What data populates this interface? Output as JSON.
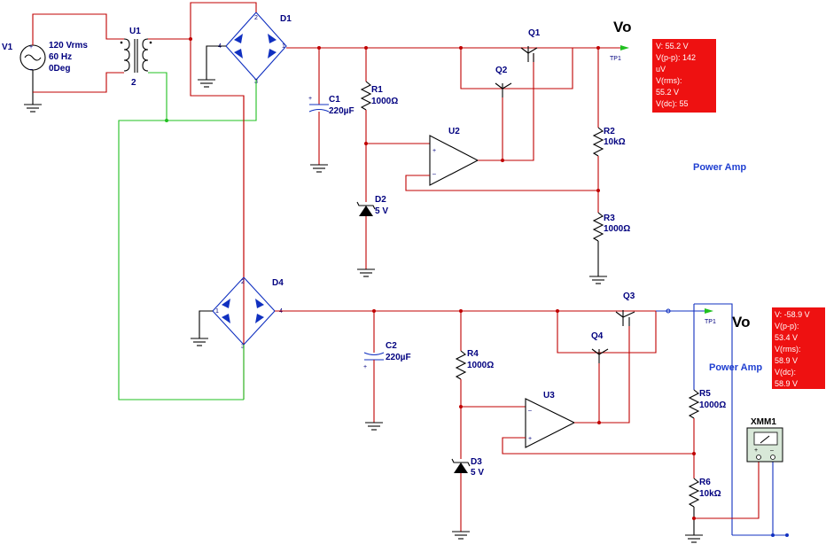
{
  "source": {
    "ref": "V1",
    "voltage": "120 Vrms",
    "freq": "60 Hz",
    "phase": "0Deg"
  },
  "transformer": {
    "ref": "U1",
    "tap": "2"
  },
  "bridges": [
    {
      "ref": "D1",
      "pins": [
        "2",
        "4",
        "1",
        "3"
      ]
    },
    {
      "ref": "D4",
      "pins": [
        "2",
        "1",
        "4",
        "3"
      ]
    }
  ],
  "capacitors": [
    {
      "ref": "C1",
      "value": "220µF"
    },
    {
      "ref": "C2",
      "value": "220µF"
    }
  ],
  "resistors": [
    {
      "ref": "R1",
      "value": "1000Ω"
    },
    {
      "ref": "R2",
      "value": "10kΩ"
    },
    {
      "ref": "R3",
      "value": "1000Ω"
    },
    {
      "ref": "R4",
      "value": "1000Ω"
    },
    {
      "ref": "R5",
      "value": "1000Ω"
    },
    {
      "ref": "R6",
      "value": "10kΩ"
    }
  ],
  "zeners": [
    {
      "ref": "D2",
      "value": "5 V"
    },
    {
      "ref": "D3",
      "value": "5 V"
    }
  ],
  "transistors": [
    "Q1",
    "Q2",
    "Q3",
    "Q4"
  ],
  "opamps": [
    {
      "ref": "U2",
      "plus": "+",
      "minus": "–"
    },
    {
      "ref": "U3",
      "plus": "+",
      "minus": "–"
    }
  ],
  "outputs": [
    {
      "label": "Vo",
      "tp": "TP1",
      "section": "Power Amp",
      "probe": [
        "V: 55.2 V",
        "V(p-p): 142",
        "uV",
        "V(rms):",
        "55.2 V",
        "V(dc): 55"
      ]
    },
    {
      "label": "Vo",
      "tp": "TP1",
      "section": "Power Amp",
      "probe": [
        "V: -58.9 V",
        "V(p-p):",
        "53.4 V",
        "V(rms):",
        "58.9 V",
        "V(dc):",
        "58.9 V"
      ]
    }
  ],
  "multimeter": {
    "ref": "XMM1",
    "plus": "+",
    "minus": "–"
  },
  "colors": {
    "wire_red": "#c00000",
    "wire_green": "#20c020",
    "wire_blue": "#1030c0",
    "probe_bg": "#ee1111"
  }
}
